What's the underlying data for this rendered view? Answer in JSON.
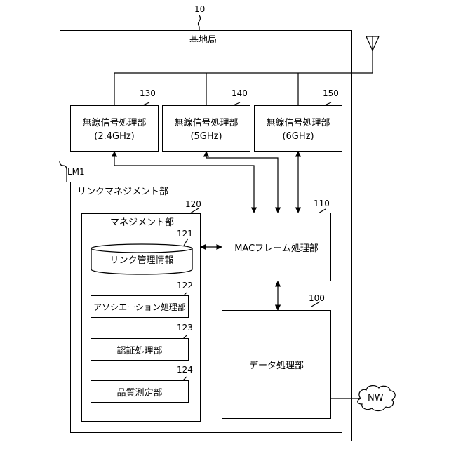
{
  "base_station": {
    "ref": "10",
    "title": "基地局"
  },
  "radio_units": [
    {
      "ref": "130",
      "name": "無線信号処理部",
      "band": "(2.4GHz)"
    },
    {
      "ref": "140",
      "name": "無線信号処理部",
      "band": "(5GHz)"
    },
    {
      "ref": "150",
      "name": "無線信号処理部",
      "band": "(6GHz)"
    }
  ],
  "link_management": {
    "ref": "LM1",
    "title": "リンクマネジメント部"
  },
  "management": {
    "ref": "120",
    "title": "マネジメント部"
  },
  "components": [
    {
      "ref": "121",
      "label": "リンク管理情報"
    },
    {
      "ref": "122",
      "label": "アソシエーション処理部"
    },
    {
      "ref": "123",
      "label": "認証処理部"
    },
    {
      "ref": "124",
      "label": "品質測定部"
    }
  ],
  "mac": {
    "ref": "110",
    "label": "MACフレーム処理部"
  },
  "data_unit": {
    "ref": "100",
    "label": "データ処理部"
  },
  "network": {
    "label": "NW"
  }
}
